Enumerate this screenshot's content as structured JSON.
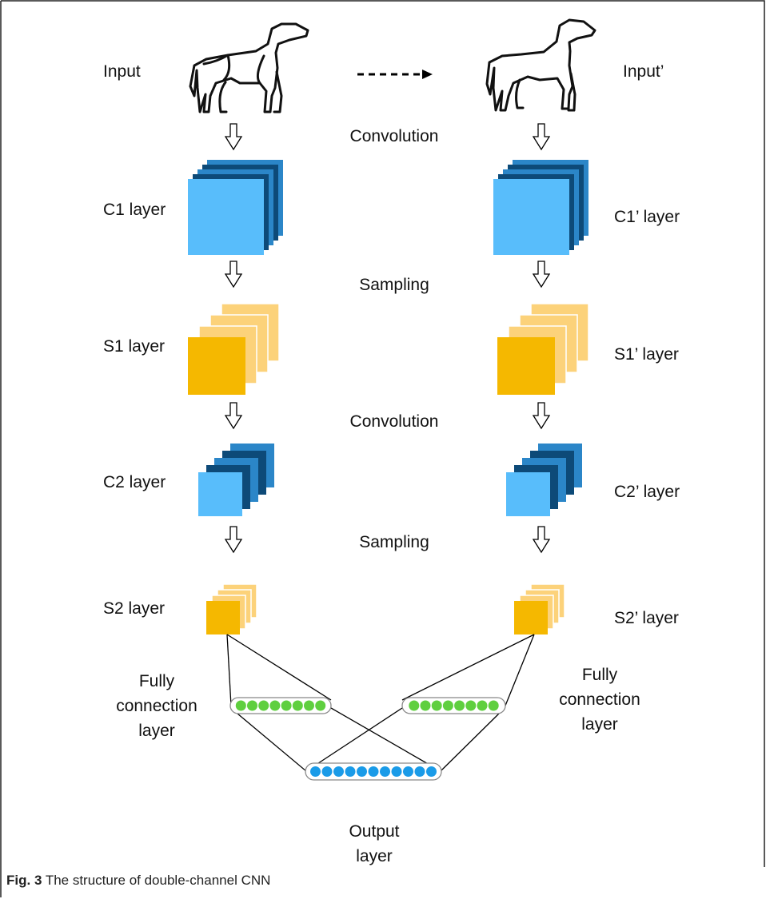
{
  "colors": {
    "conv_front": "#58bdfb",
    "conv_back": "#0d4a78",
    "conv_mid": "#2b86c8",
    "pool_front": "#f5b800",
    "pool_back": "#fcd27a",
    "fc_node": "#5fcf3f",
    "out_node": "#1a9be8",
    "line": "#000000"
  },
  "left_channel": {
    "input_label": "Input",
    "c1_label": "C1 layer",
    "s1_label": "S1 layer",
    "c2_label": "C2 layer",
    "s2_label": "S2 layer",
    "fc_label": "Fully connection layer"
  },
  "right_channel": {
    "input_label": "Input’",
    "c1_label": "C1’ layer",
    "s1_label": "S1’ layer",
    "c2_label": "C2’ layer",
    "s2_label": "S2’ layer",
    "fc_label": "Fully connection layer"
  },
  "operations": {
    "conv1": "Convolution",
    "samp1": "Sampling",
    "conv2": "Convolution",
    "samp2": "Sampling"
  },
  "output": {
    "label": "Output layer"
  },
  "fc_node_count": 8,
  "output_node_count": 11,
  "caption": {
    "prefix": "Fig. 3",
    "text": " The structure of double-channel CNN"
  }
}
